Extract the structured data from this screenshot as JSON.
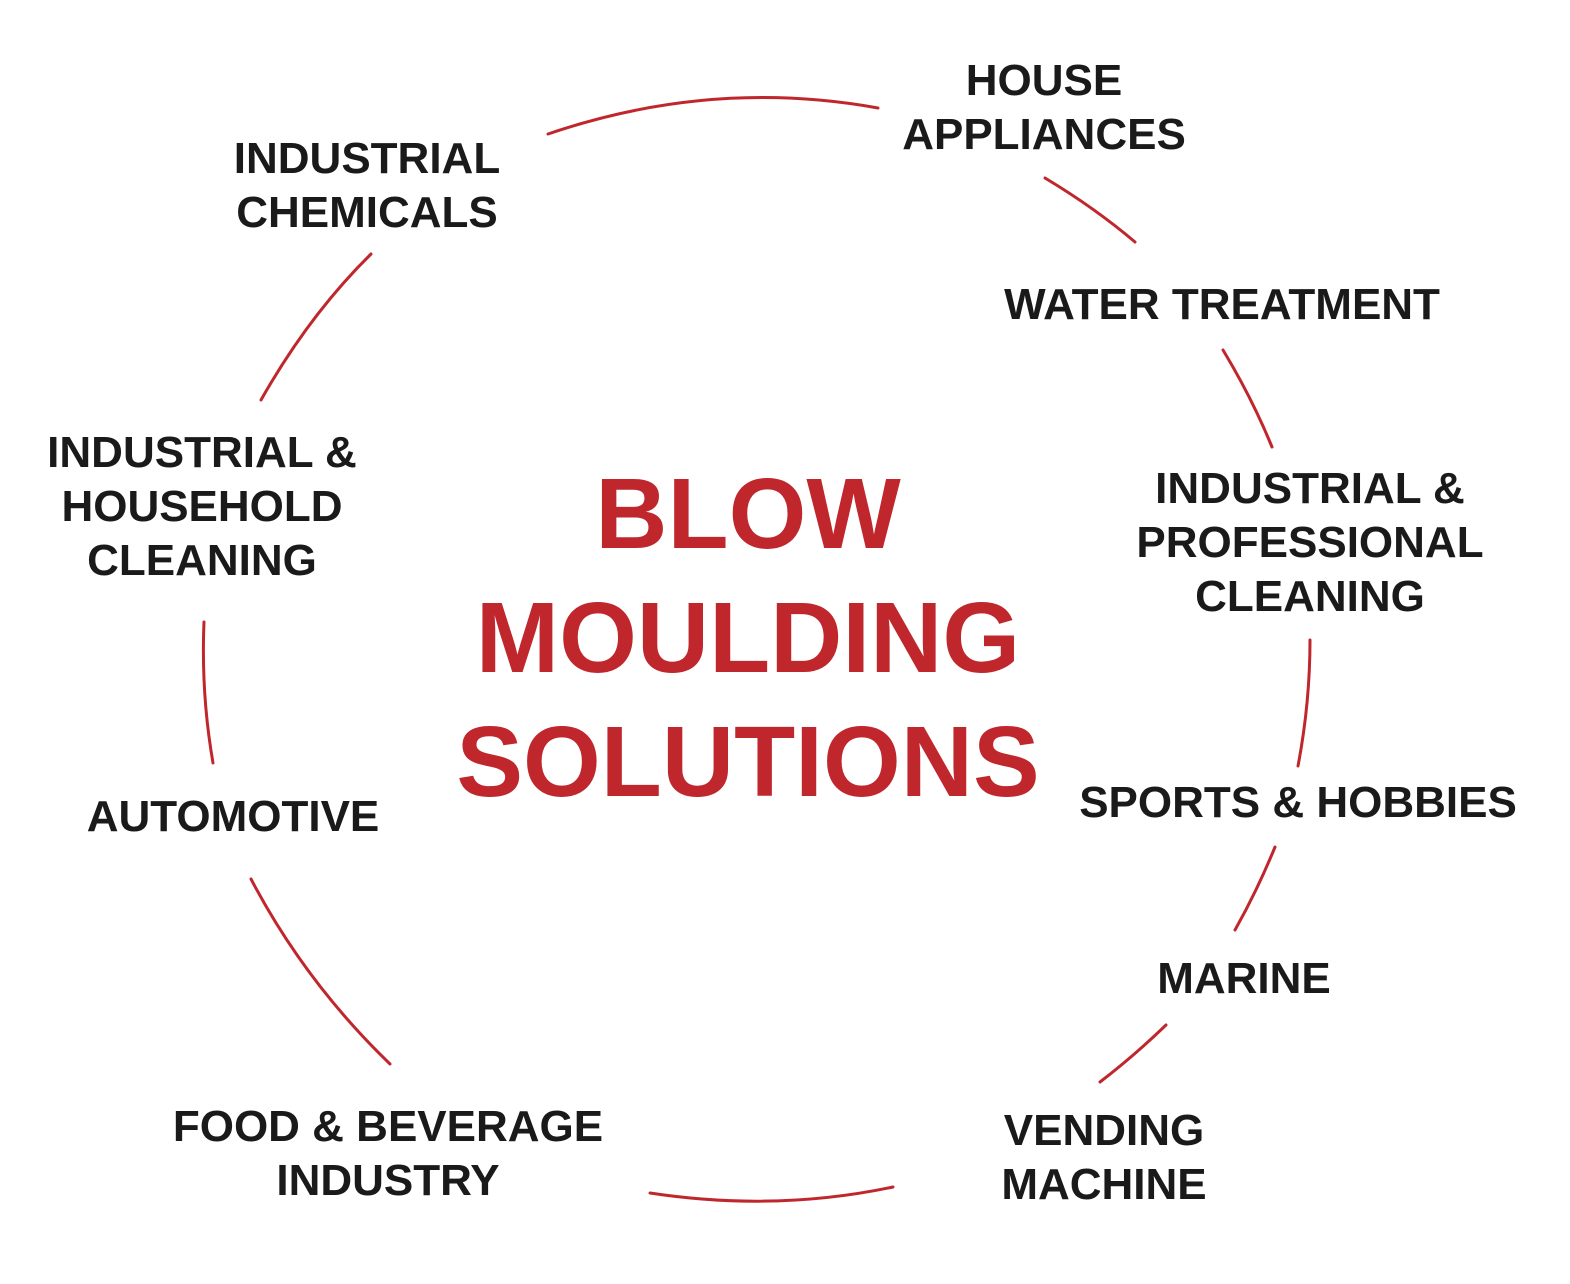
{
  "center": {
    "line1": "BLOW",
    "line2": "MOULDING",
    "line3": "SOLUTIONS"
  },
  "colors": {
    "accent": "#c0272d",
    "text": "#1a1a1a",
    "background": "#ffffff"
  },
  "industries": [
    {
      "line1": "HOUSE",
      "line2": "APPLIANCES"
    },
    {
      "line1": "WATER TREATMENT"
    },
    {
      "line1": "INDUSTRIAL &",
      "line2": "PROFESSIONAL",
      "line3": "CLEANING"
    },
    {
      "line1": "SPORTS & HOBBIES"
    },
    {
      "line1": "MARINE"
    },
    {
      "line1": "VENDING",
      "line2": "MACHINE"
    },
    {
      "line1": "FOOD & BEVERAGE",
      "line2": "INDUSTRY"
    },
    {
      "line1": "AUTOMOTIVE"
    },
    {
      "line1": "INDUSTRIAL &",
      "line2": "HOUSEHOLD",
      "line3": "CLEANING"
    },
    {
      "line1": "INDUSTRIAL",
      "line2": "CHEMICALS"
    }
  ]
}
